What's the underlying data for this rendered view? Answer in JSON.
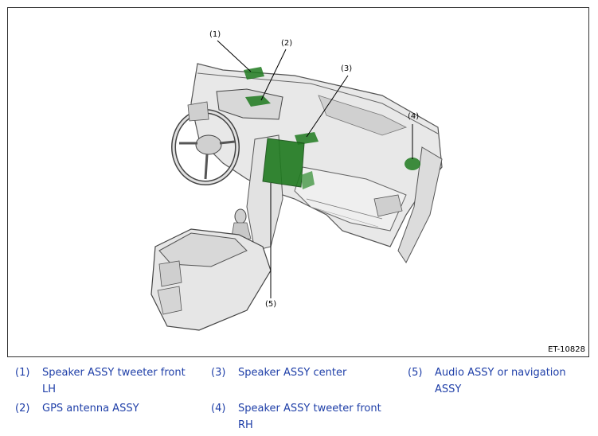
{
  "figure": {
    "id_label": "ET-10828",
    "highlight_color": "#1f7a1f",
    "callouts": [
      "(1)",
      "(2)",
      "(3)",
      "(4)",
      "(5)"
    ]
  },
  "legend": {
    "text_color": "#1f3fa8",
    "items": [
      {
        "num": "(1)",
        "line1": "Speaker ASSY tweeter front",
        "line2": "LH"
      },
      {
        "num": "(2)",
        "line1": "GPS antenna ASSY",
        "line2": ""
      },
      {
        "num": "(3)",
        "line1": "Speaker ASSY center",
        "line2": ""
      },
      {
        "num": "(4)",
        "line1": "Speaker ASSY tweeter front",
        "line2": "RH"
      },
      {
        "num": "(5)",
        "line1": "Audio ASSY or navigation",
        "line2": "ASSY"
      }
    ]
  }
}
